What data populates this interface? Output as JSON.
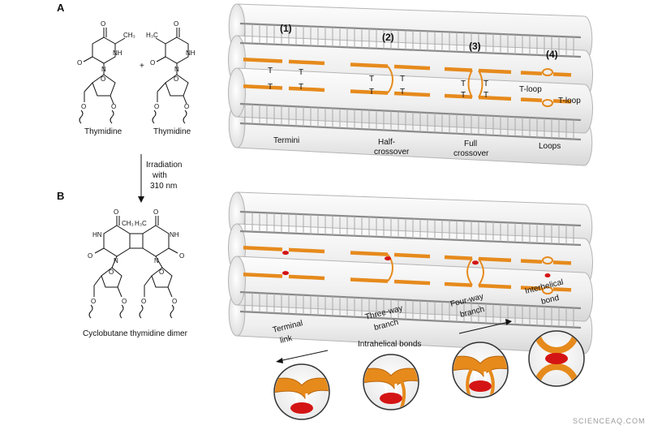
{
  "panels": {
    "a": {
      "letter": "A",
      "molecule_left": "Thymidine",
      "plus": "+",
      "molecule_right": "Thymidine",
      "atoms": {
        "o": "O",
        "n": "N",
        "hn": "HN",
        "nh": "NH",
        "ch3": "CH₃",
        "h3c": "H₃C"
      },
      "steps": [
        "(1)",
        "(2)",
        "(3)",
        "(4)"
      ],
      "step_labels": [
        {
          "line1": "Termini",
          "line2": ""
        },
        {
          "line1": "Half-",
          "line2": "crossover"
        },
        {
          "line1": "Full",
          "line2": "crossover"
        },
        {
          "line1": "Loops",
          "line2": ""
        }
      ],
      "base_t": "T",
      "tloop": "T-loop"
    },
    "arrow": {
      "line1": "Irradiation",
      "line2": "with",
      "line3": "310 nm"
    },
    "b": {
      "letter": "B",
      "molecule": "Cyclobutane thymidine dimer",
      "step_labels": [
        {
          "line1": "Terminal",
          "line2": "link"
        },
        {
          "line1": "Three-way",
          "line2": "branch"
        },
        {
          "line1": "Four-way",
          "line2": "branch"
        },
        {
          "line1": "Interhelical",
          "line2": "bond"
        }
      ],
      "intrahelical": "Intrahelical bonds"
    }
  },
  "watermark": "SCIENCEAQ.COM",
  "colors": {
    "strand": "#e68a1c",
    "strand_dark": "#b8650c",
    "crosslink": "#d41414",
    "rail": "#8a8a8a",
    "rung": "#a9a9a9",
    "tube": "#f2f2f2",
    "tube_edge": "#b5b5b5"
  }
}
